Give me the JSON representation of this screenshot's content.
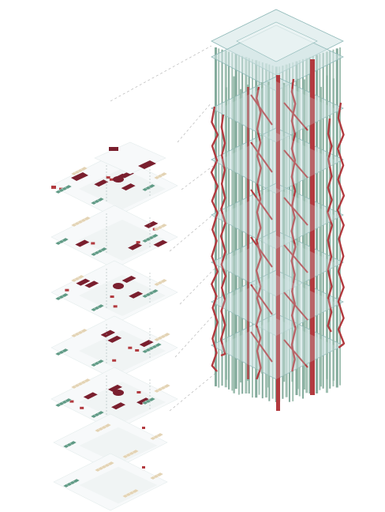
{
  "diagram": {
    "type": "exploded-axonometric",
    "colors": {
      "background": "#ffffff",
      "glass": "#cfe3e4",
      "glass_edge": "#8fb9b8",
      "column": "#8fb5a4",
      "column_dark": "#6f9c8b",
      "red": "#b23a3f",
      "maroon": "#7a1f2e",
      "teal_furniture": "#5f9a85",
      "beige_furniture": "#e3d3b4",
      "leader": "#b8b8b8"
    },
    "tower": {
      "slab_count": 8,
      "column_rows": 3,
      "has_red_stair_core": true,
      "has_red_facade_bracing": true
    },
    "exploded_floors": {
      "count": 7,
      "has_leader_lines": true
    }
  }
}
